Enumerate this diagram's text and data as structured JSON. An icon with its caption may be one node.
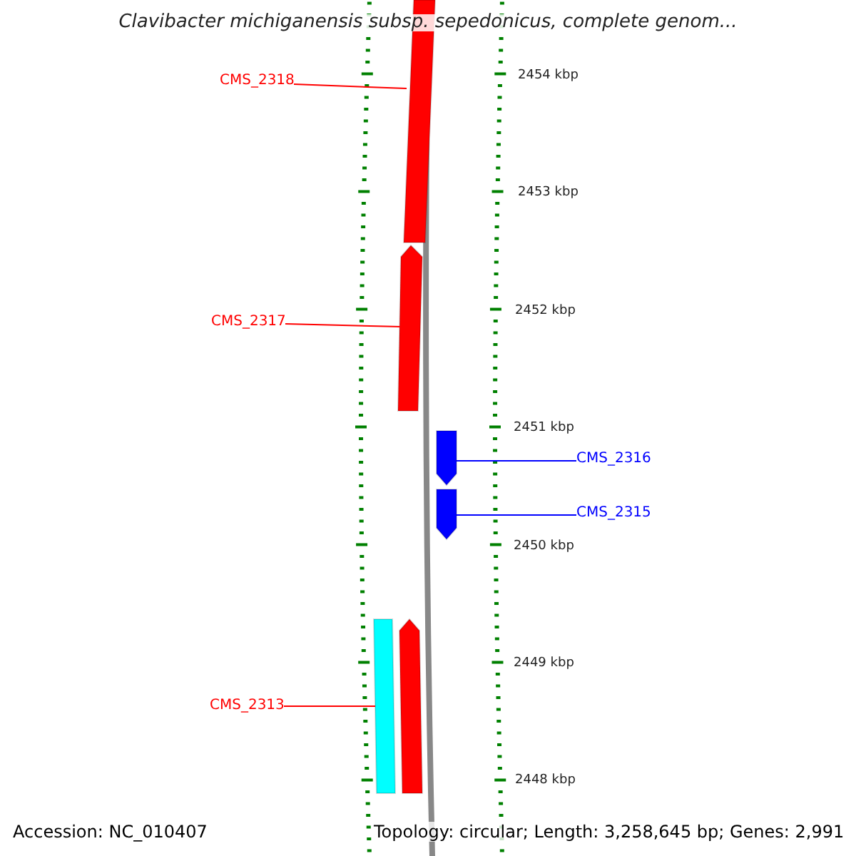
{
  "diagram": {
    "title": "Clavibacter michiganensis subsp. sepedonicus, complete genom...",
    "nodes": [
      {
        "text": [
          "CMS_2318"
        ]
      },
      {
        "text": [],
        "shape": "bar"
      },
      {
        "text": [
          "CMS_2317"
        ]
      },
      {
        "text": [],
        "shape": "bar"
      },
      {
        "text": [
          "CMS_2316"
        ]
      },
      {
        "text": [],
        "shape": "bar"
      },
      {
        "text": [
          "CMS_2315"
        ]
      },
      {
        "text": [],
        "shape": "bar"
      },
      {
        "text": [],
        "shape": "bar"
      },
      {
        "text": [],
        "shape": "bar"
      },
      {
        "text": [
          "CMS_2313"
        ]
      }
    ],
    "edges": [
      {
        "from": 0,
        "to": 1,
        "arrow": "none"
      },
      {
        "from": 2,
        "to": 3,
        "arrow": "none"
      },
      {
        "from": 4,
        "to": 5,
        "arrow": "none",
        "color": "#0000ff"
      },
      {
        "from": 6,
        "to": 7,
        "arrow": "none",
        "color": "#0000ff"
      },
      {
        "from": 10,
        "to": 8,
        "arrow": "none"
      }
    ],
    "labels": [
      "2454 kbp",
      "2453 kbp",
      "2452 kbp",
      "2451 kbp",
      "2450 kbp",
      "2449 kbp",
      "2448 kbp",
      "Accession: NC_010407",
      "Topology: circular; Length: 3,258,645 bp; Genes: 2,991"
    ]
  }
}
